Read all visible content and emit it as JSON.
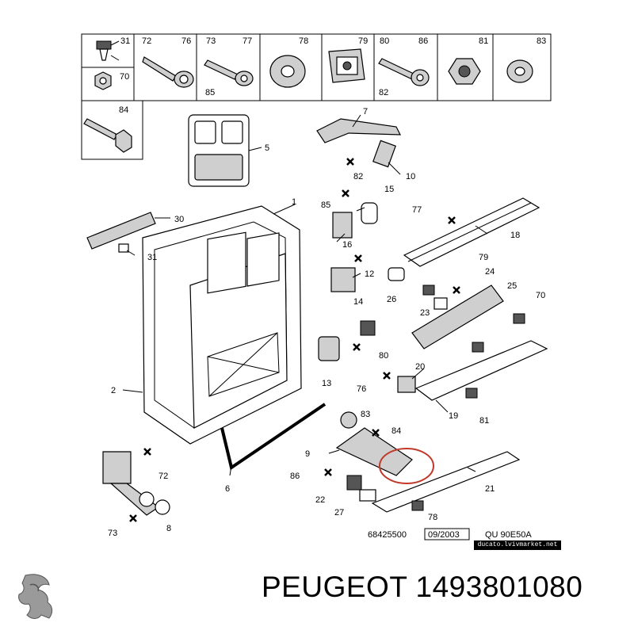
{
  "fastener_grid": {
    "cells": [
      {
        "labels": [
          "31"
        ]
      },
      {
        "labels": [
          "72",
          "76"
        ]
      },
      {
        "labels": [
          "73",
          "77",
          "85"
        ]
      },
      {
        "labels": [
          "78"
        ]
      },
      {
        "labels": [
          "79"
        ]
      },
      {
        "labels": [
          "80",
          "86",
          "82"
        ]
      },
      {
        "labels": [
          "81"
        ]
      },
      {
        "labels": [
          "83"
        ]
      },
      {
        "labels": [
          "70"
        ]
      },
      {
        "labels": [
          "84"
        ]
      }
    ]
  },
  "callouts": [
    "1",
    "2",
    "5",
    "6",
    "7",
    "8",
    "9",
    "10",
    "12",
    "13",
    "14",
    "15",
    "16",
    "18",
    "19",
    "20",
    "21",
    "22",
    "23",
    "24",
    "25",
    "26",
    "27",
    "30",
    "31",
    "70",
    "72",
    "73",
    "76",
    "77",
    "78",
    "79",
    "80",
    "81",
    "82",
    "83",
    "84",
    "85",
    "86"
  ],
  "reference": {
    "part_number": "68425500",
    "date": "09/2003",
    "code": "QU 90E50A"
  },
  "watermark": "ducato.lvivmarket.net",
  "brand": {
    "name": "PEUGEOT",
    "part": "1493801080",
    "logo_icon": "peugeot-lion-icon"
  }
}
